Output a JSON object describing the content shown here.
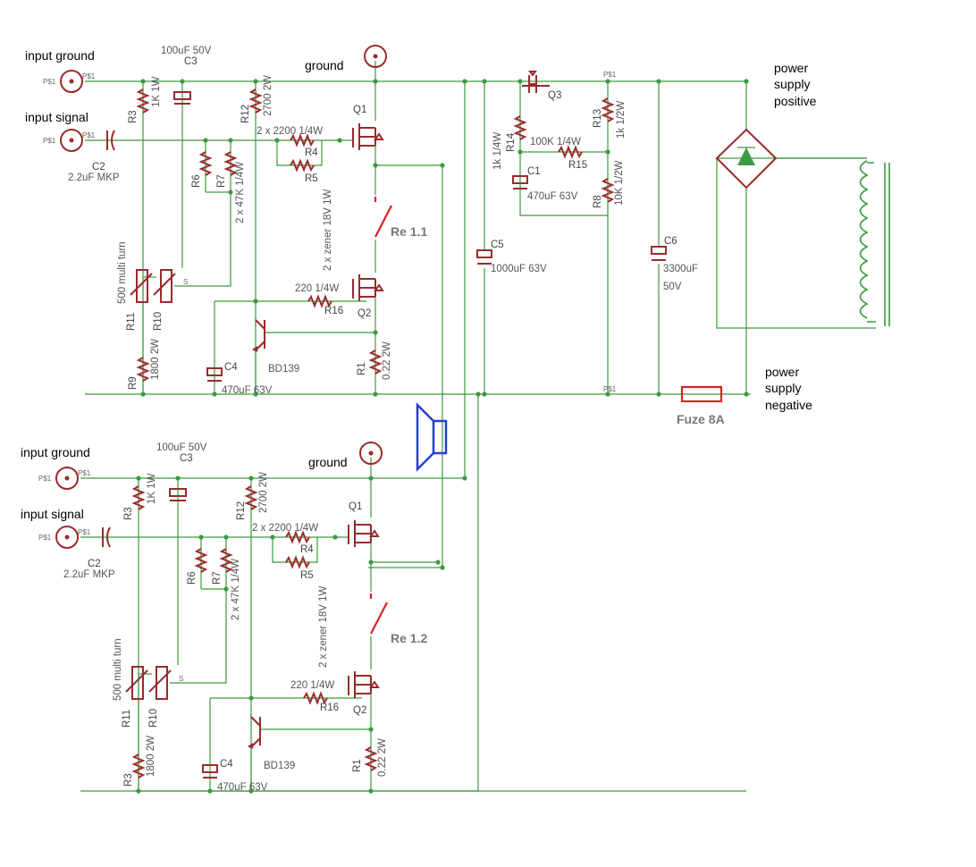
{
  "labels": {
    "input_ground": "input ground",
    "input_signal": "input signal",
    "ground": "ground",
    "power_supply_positive": [
      "power",
      "supply",
      "positive"
    ],
    "power_supply_negative": [
      "power",
      "supply",
      "negative"
    ],
    "fuse": "Fuze 8A",
    "relay_1": "Re 1.1",
    "relay_2": "Re 1.2",
    "port": "P$1",
    "mkp": "2.2uF MKP",
    "multi_turn": "500 multi turn"
  },
  "channel": {
    "c3": {
      "ref": "C3",
      "val": "100uF 50V"
    },
    "r3": {
      "ref": "R3",
      "val": "1K 1W"
    },
    "r12": {
      "ref": "R12",
      "val": "2700 2W"
    },
    "c2": {
      "ref": "C2"
    },
    "r4": {
      "ref": "R4",
      "val": "2 x 2200 1/4W"
    },
    "r5": {
      "ref": "R5"
    },
    "r6": {
      "ref": "R6"
    },
    "r7": {
      "ref": "R7",
      "val": "2 x 47K 1/4W"
    },
    "zener": {
      "val": "2 x zener 18V 1W"
    },
    "q1": {
      "ref": "Q1"
    },
    "q2": {
      "ref": "Q2"
    },
    "r11": {
      "ref": "R11"
    },
    "r10": {
      "ref": "R10"
    },
    "r9": {
      "ref": "R9",
      "val": "1800 2W"
    },
    "r3b": {
      "ref": "R3",
      "val": "1800 2W"
    },
    "r16": {
      "ref": "R16",
      "val": "220 1/4W"
    },
    "c4": {
      "ref": "C4",
      "val": "470uF 63V"
    },
    "bd139": {
      "val": "BD139"
    },
    "r1": {
      "ref": "R1",
      "val": "0.22 2W"
    },
    "pot_s": "S"
  },
  "supply": {
    "q3": {
      "ref": "Q3"
    },
    "r14": {
      "ref": "R14",
      "val": "1k 1/4W"
    },
    "r15": {
      "ref": "R15",
      "val": "100K 1/4W"
    },
    "r13": {
      "ref": "R13",
      "val": "1k 1/2W"
    },
    "c1": {
      "ref": "C1",
      "val": "470uF 63V"
    },
    "r8": {
      "ref": "R8",
      "val": "10K 1/2W"
    },
    "c5": {
      "ref": "C5",
      "val": "1000uF 63V"
    },
    "c6": {
      "ref": "C6",
      "val": "3300uF",
      "val2": "50V"
    }
  },
  "colors": {
    "wire": "#3c9a40",
    "component": "#9a2b2b",
    "relay": "#e02020",
    "speaker": "#2a3ed6"
  }
}
